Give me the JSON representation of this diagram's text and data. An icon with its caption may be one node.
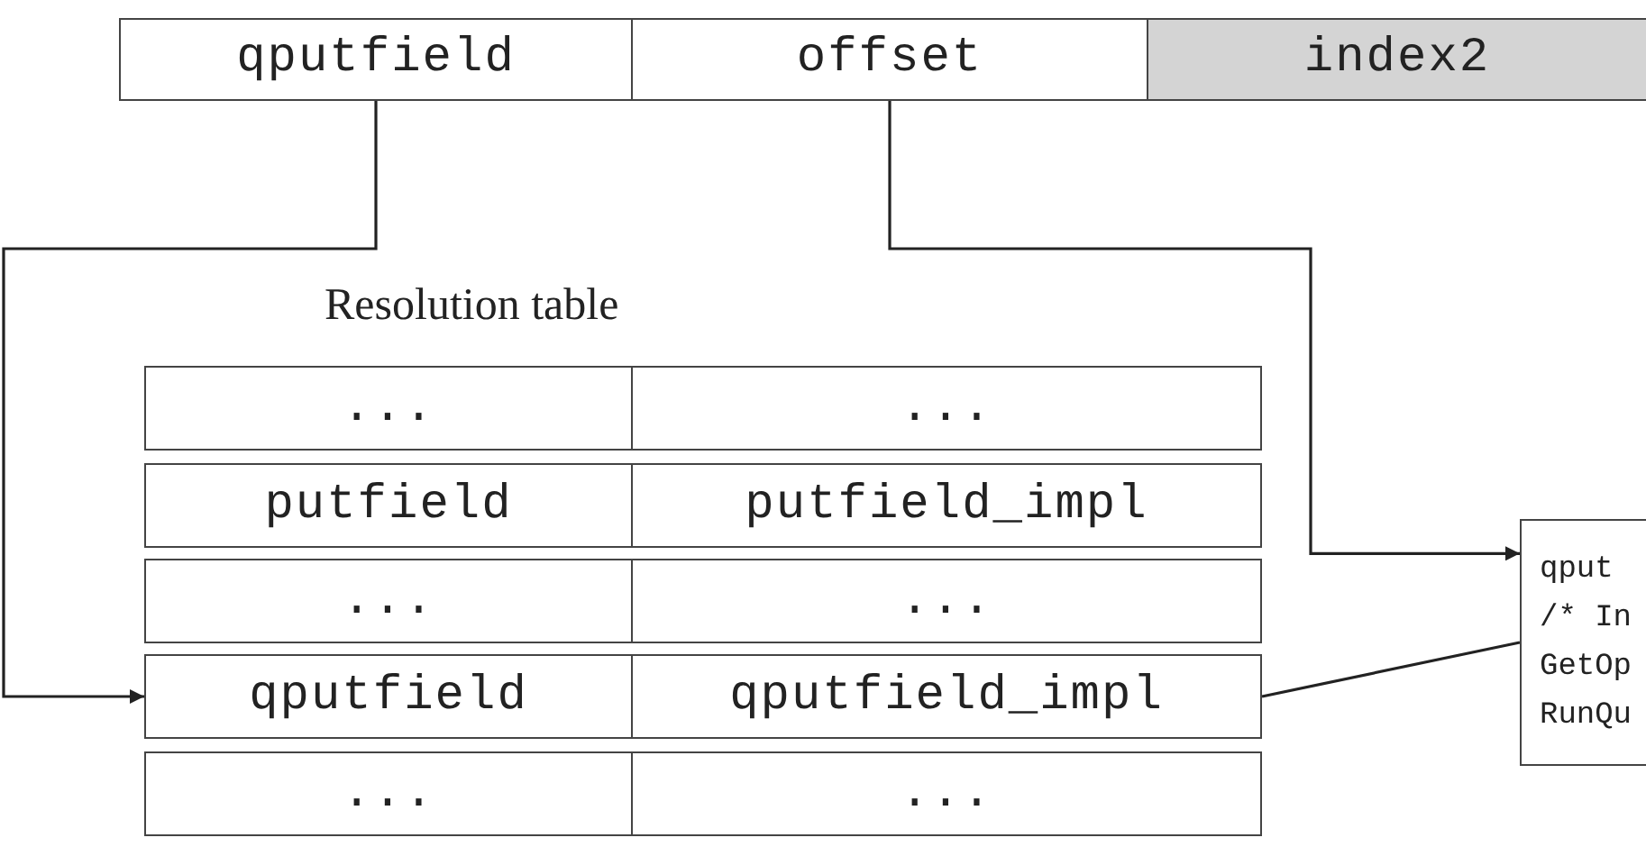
{
  "diagram": {
    "nodes": [
      {
        "text": [
          "qputfield"
        ]
      },
      {
        "text": [
          "offset"
        ]
      },
      {
        "text": [
          "index2"
        ]
      },
      {
        "text": [
          "..."
        ]
      },
      {
        "text": [
          "..."
        ]
      },
      {
        "text": [
          "putfield"
        ]
      },
      {
        "text": [
          "putfield_impl"
        ]
      },
      {
        "text": [
          "..."
        ]
      },
      {
        "text": [
          "..."
        ]
      },
      {
        "text": [
          "qputfield"
        ]
      },
      {
        "text": [
          "qputfield_impl"
        ]
      },
      {
        "text": [
          "..."
        ]
      },
      {
        "text": [
          "..."
        ]
      },
      {
        "text": [
          "qput",
          "/* In",
          "GetOp",
          "RunQu"
        ]
      }
    ],
    "edges": [
      {
        "from": 0,
        "to": 9,
        "arrow": "to"
      },
      {
        "from": 1,
        "to": 13,
        "arrow": "to"
      },
      {
        "from": 10,
        "to": 13,
        "arrow": "none"
      }
    ],
    "labels": [
      "Resolution table"
    ]
  }
}
